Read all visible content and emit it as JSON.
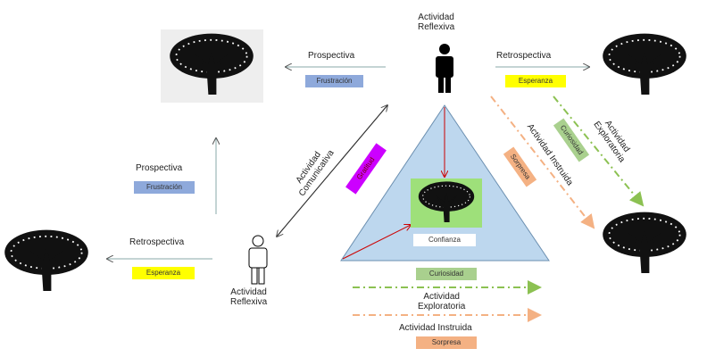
{
  "top_actor": {
    "label": "Actividad\nReflexiva"
  },
  "bottom_actor": {
    "label": "Actividad\nReflexiva"
  },
  "top_left": {
    "direction": "Prospectiva",
    "emotion": "Frustración"
  },
  "left_mid": {
    "direction": "Prospectiva",
    "emotion": "Frustración"
  },
  "bottom_left": {
    "direction": "Retrospectiva",
    "emotion": "Esperanza"
  },
  "top_right": {
    "direction": "Retrospectiva",
    "emotion": "Esperanza"
  },
  "communicative": {
    "label": "Actividad\nComunicativa",
    "emotion": "Gratitud"
  },
  "diagonal_exploratory": {
    "label": "Actividad\nExploratoria",
    "emotion": "Curiosidad"
  },
  "diagonal_instructed": {
    "label": "Actividad Instruida",
    "emotion": "Sorpresa"
  },
  "center": {
    "label": "Confianza"
  },
  "bottom": {
    "curiosity": "Curiosidad",
    "exploratory": "Actividad\nExploratoria",
    "instructed": "Actividad Instruida",
    "surprise": "Sorpresa"
  },
  "colors": {
    "frustration": "#8ea9db",
    "hope": "#ffff00",
    "curiosity": "#a9d08e",
    "surprise": "#f4b183",
    "gratitude": "#cc00ff",
    "triangle": "#bdd7ee"
  }
}
